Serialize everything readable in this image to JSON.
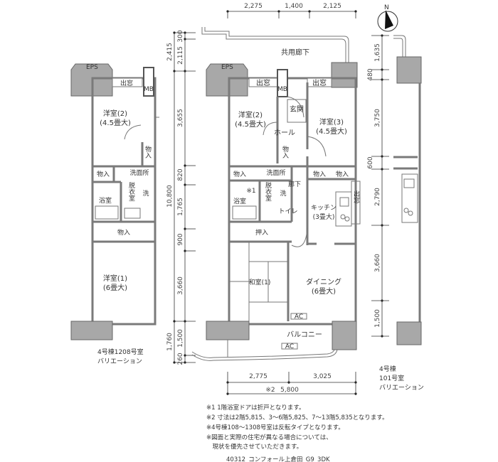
{
  "top_dims": [
    "2,275",
    "1,400",
    "2,125"
  ],
  "left_dims": {
    "outer": [
      "2,415",
      "10,800",
      "1,760"
    ],
    "inner": [
      "300",
      "2,115",
      "3,655",
      "820",
      "1,765",
      "900",
      "3,660",
      "1,500",
      "260"
    ]
  },
  "right_dims": [
    "1,635",
    "480",
    "3,750",
    "600",
    "2,790",
    "3,660",
    "1,500"
  ],
  "bottom_dims": {
    "parts": [
      "2,775",
      "3,025"
    ],
    "total_mark": "※2",
    "total": "5,800"
  },
  "compass_label": "N",
  "main_plan": {
    "corridor": "共用廊下",
    "eps": "EPS",
    "bay_window_1": "出窓",
    "bay_window_2": "出窓",
    "bay_window_3": "出窓",
    "mb": "MB",
    "room2": "洋室(2)",
    "room2_size": "(4.5畳大)",
    "entrance": "玄関",
    "hall": "ホール",
    "room3": "洋室(3)",
    "room3_size": "(4.5畳大)",
    "storage_v": "物入",
    "storage_a": "物入",
    "storage_b": "物入",
    "storage_c": "物入",
    "washroom": "洗面所",
    "dressing": "脱衣室",
    "washer": "洗",
    "hallway": "廊下",
    "note1": "※1",
    "bath": "浴室",
    "toilet": "トイレ",
    "kitchen": "キッチン",
    "kitchen_size": "(3畳大)",
    "closet": "押入",
    "japanese_room": "和室(1)",
    "dining": "ダイニング",
    "dining_size": "(6畳大)",
    "ac_1": "AC",
    "balcony": "バルコニー",
    "ac_2": "AC"
  },
  "left_plan": {
    "eps": "EPS",
    "bay_window": "出窓",
    "mb": "MB",
    "room2": "洋室(2)",
    "room2_size": "(4.5畳大)",
    "storage_v": "物入",
    "storage_a": "物入",
    "washroom": "洗面所",
    "dressing": "脱衣室",
    "washer": "洗",
    "bath": "浴室",
    "storage_b": "物入",
    "room1": "洋室(1)",
    "room1_size": "(6畳大)",
    "caption_1": "4号棟1208号室",
    "caption_2": "バリエーション"
  },
  "right_plan": {
    "caption_1": "4号棟",
    "caption_2": "101号室",
    "caption_3": "バリエーション"
  },
  "notes": [
    "※1 1階浴室ドアは折戸となります。",
    "※2 寸法は2階5,815、3～6階5,825、7～13階5,835となります。",
    "※4号棟108～1308号室は反転タイプとなります。",
    "※図面と実際の住宅が異なる場合については、",
    "　現状を優先させていただきます。"
  ],
  "footer": "40312_コンフォール上倉田_G9_3DK"
}
